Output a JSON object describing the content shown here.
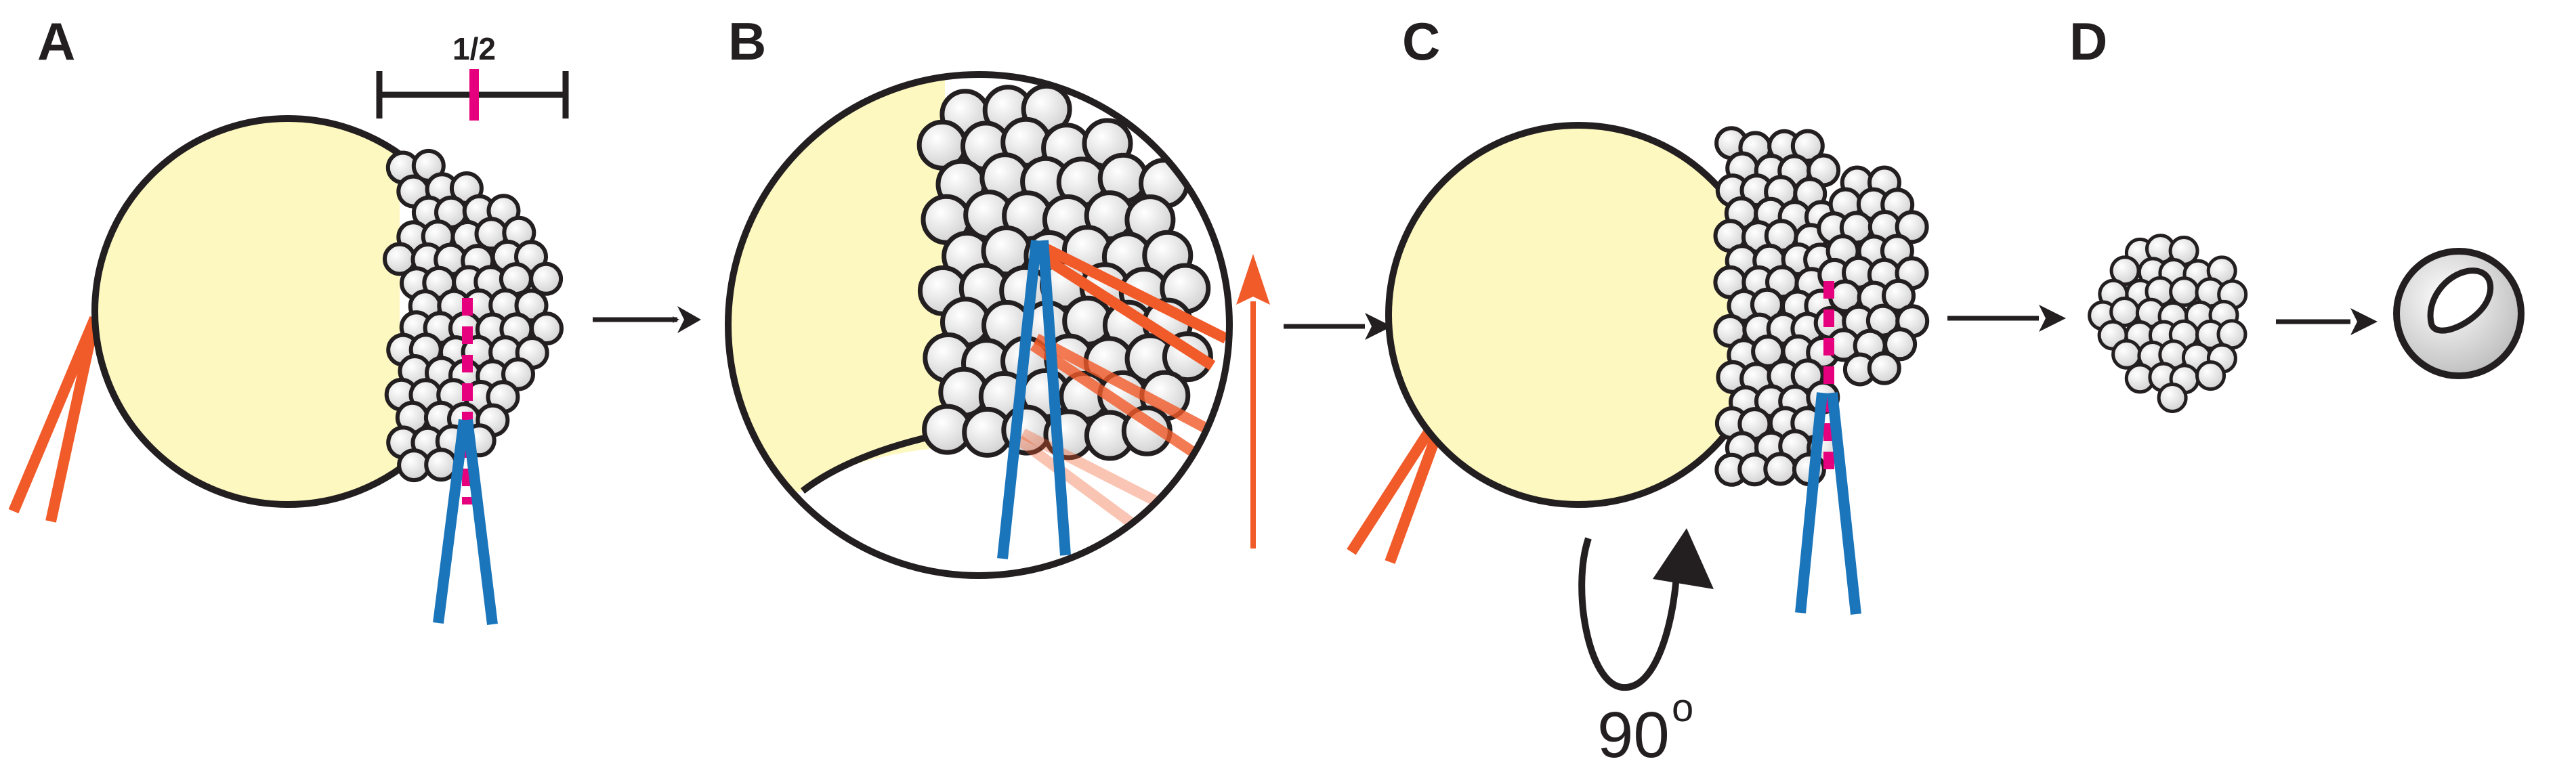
{
  "panels": [
    {
      "id": "A",
      "label": "A"
    },
    {
      "id": "B",
      "label": "B"
    },
    {
      "id": "C",
      "label": "C"
    },
    {
      "id": "D",
      "label": "D"
    }
  ],
  "scale_bar": {
    "label": "1/2"
  },
  "rotation": {
    "value": "90",
    "unit": "o"
  },
  "colors": {
    "yolk": "#fdf8c0",
    "outline": "#231f20",
    "blue_needle": "#1b75bb",
    "orange_needle": "#f15a29",
    "cut_line": "#e6007e",
    "cell_fill": "#eeeeee"
  }
}
